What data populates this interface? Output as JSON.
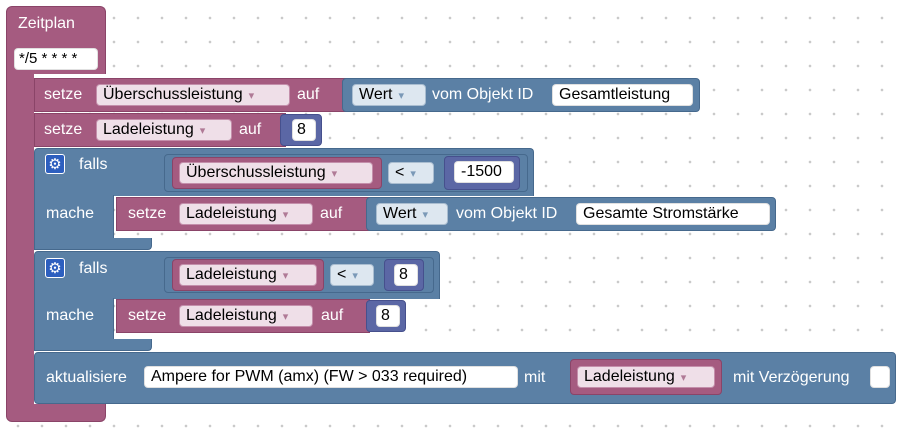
{
  "schedule": {
    "title": "Zeitplan",
    "cron": "*/5 * * * *"
  },
  "row1": {
    "keyword": "setze",
    "variable": "Überschussleistung",
    "to_label": "auf",
    "value_mode": "Wert",
    "from_label": "vom Objekt ID",
    "object_id": "Gesamtleistung"
  },
  "row2": {
    "keyword": "setze",
    "variable": "Ladeleistung",
    "to_label": "auf",
    "number": "8"
  },
  "if1": {
    "if_label": "falls",
    "variable": "Überschussleistung",
    "operator": "<",
    "number": "-1500",
    "do_label": "mache",
    "set": {
      "keyword": "setze",
      "variable": "Ladeleistung",
      "to_label": "auf",
      "value_mode": "Wert",
      "from_label": "vom Objekt ID",
      "object_id": "Gesamte Stromstärke"
    }
  },
  "if2": {
    "if_label": "falls",
    "variable": "Ladeleistung",
    "operator": "<",
    "number": "8",
    "do_label": "mache",
    "set": {
      "keyword": "setze",
      "variable": "Ladeleistung",
      "to_label": "auf",
      "number": "8"
    }
  },
  "update": {
    "keyword": "aktualisiere",
    "target": "Ampere for PWM (amx) (FW > 033 required)",
    "with_label": "mit",
    "variable": "Ladeleistung",
    "delay_label": "mit Verzögerung"
  },
  "dropdown_arrow": "▾",
  "colors": {
    "trigger": "#a55b80",
    "variables": "#a55b80",
    "logic": "#5b80a5",
    "math": "#5b67a5"
  }
}
